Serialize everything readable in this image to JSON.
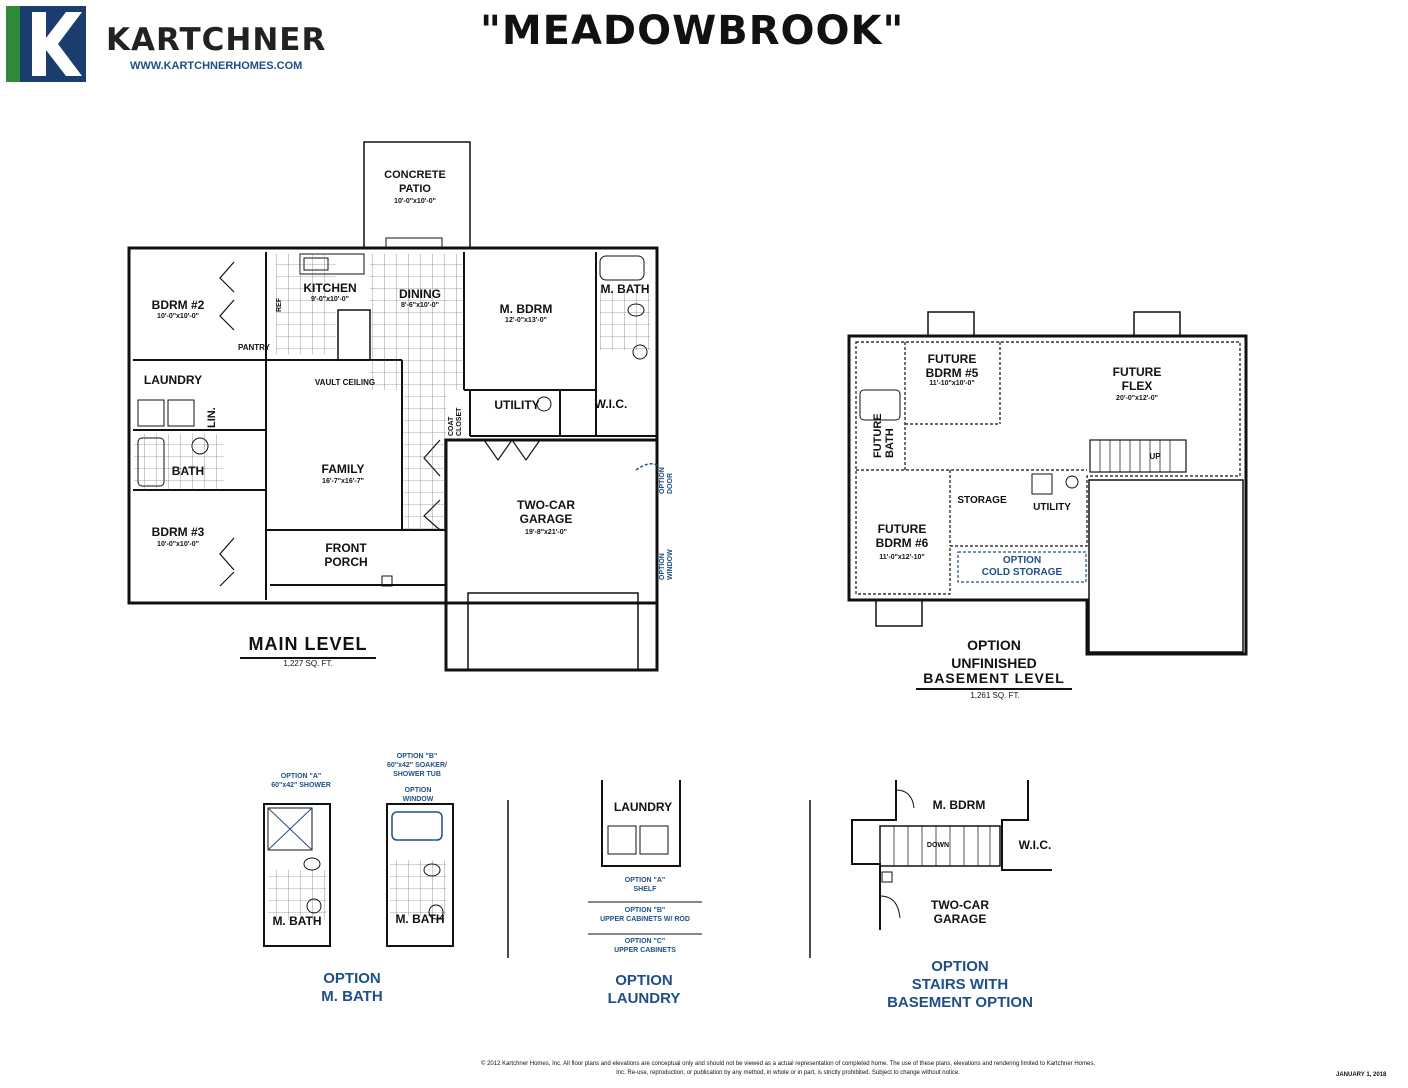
{
  "brand": {
    "name": "KARTCHNER",
    "url": "WWW.KARTCHNERHOMES.COM"
  },
  "title": "\"MEADOWBROOK\"",
  "main_level": {
    "heading": "MAIN LEVEL",
    "sqft": "1,227 SQ. FT.",
    "rooms": {
      "patio": "CONCRETE\nPATIO",
      "patio_dim": "10'-0\"x10'-0\"",
      "bdrm2": "BDRM #2",
      "bdrm2_dim": "10'-0\"x10'-0\"",
      "kitchen": "KITCHEN",
      "kitchen_dim": "9'-0\"x10'-0\"",
      "dining": "DINING",
      "dining_dim": "8'-6\"x10'-0\"",
      "mbdrm": "M. BDRM",
      "mbdrm_dim": "12'-0\"x13'-0\"",
      "mbath": "M. BATH",
      "pantry": "PANTRY",
      "laundry": "LAUNDRY",
      "vault": "VAULT CEILING",
      "utility": "UTILITY",
      "wic": "W.I.C.",
      "lin": "LIN.",
      "bath": "BATH",
      "family": "FAMILY",
      "family_dim": "16'-7\"x16'-7\"",
      "coat": "COAT\nCLOSET",
      "garage": "TWO-CAR\nGARAGE",
      "garage_dim": "19'-8\"x21'-0\"",
      "bdrm3": "BDRM #3",
      "bdrm3_dim": "10'-0\"x10'-0\"",
      "porch": "FRONT\nPORCH",
      "opt_door": "OPTION\nDOOR",
      "opt_window": "OPTION\nWINDOW",
      "ref": "REF"
    }
  },
  "basement": {
    "heading_line1": "OPTION",
    "heading_line2": "UNFINISHED",
    "heading_line3": "BASEMENT LEVEL",
    "sqft": "1,261 SQ. FT.",
    "rooms": {
      "bdrm5": "FUTURE\nBDRM #5",
      "bdrm5_dim": "11'-10\"x10'-0\"",
      "flex": "FUTURE\nFLEX",
      "flex_dim": "20'-0\"x12'-0\"",
      "future_bath": "FUTURE\nBATH",
      "up": "UP",
      "storage": "STORAGE",
      "utility": "UTILITY",
      "bdrm6": "FUTURE\nBDRM #6",
      "bdrm6_dim": "11'-0\"x12'-10\"",
      "cold": "OPTION\nCOLD STORAGE"
    }
  },
  "option_mbath": {
    "a_label": "OPTION \"A\"\n60\"x42\" SHOWER",
    "b_label": "OPTION \"B\"\n60\"x42\" SOAKER/\nSHOWER TUB",
    "window_label": "OPTION\nWINDOW",
    "room_a": "M. BATH",
    "room_b": "M. BATH",
    "caption": "OPTION\nM. BATH"
  },
  "option_laundry": {
    "room": "LAUNDRY",
    "a": "OPTION \"A\"\nSHELF",
    "b": "OPTION \"B\"\nUPPER CABINETS W/ ROD",
    "c": "OPTION \"C\"\nUPPER CABINETS",
    "caption": "OPTION\nLAUNDRY"
  },
  "option_stairs": {
    "mbdrm": "M. BDRM",
    "wic": "W.I.C.",
    "down": "DOWN",
    "garage": "TWO-CAR\nGARAGE",
    "caption": "OPTION\nSTAIRS WITH\nBASEMENT OPTION"
  },
  "footer": "© 2012 Kartchner Homes, Inc. All floor plans and elevations are conceptual only and should not be viewed as a actual representation of completed home. The use of these plans, elevations and rendering limited to Kartchner Homes, Inc. Re-use, reproduction, or publication by any method, in whole or in part, is strictly prohibited. Subject to change without notice.",
  "date": "JANUARY 1, 2018",
  "colors": {
    "brand_blue": "#1f4f86",
    "brand_green": "#2f8a3a",
    "line": "#111111"
  }
}
